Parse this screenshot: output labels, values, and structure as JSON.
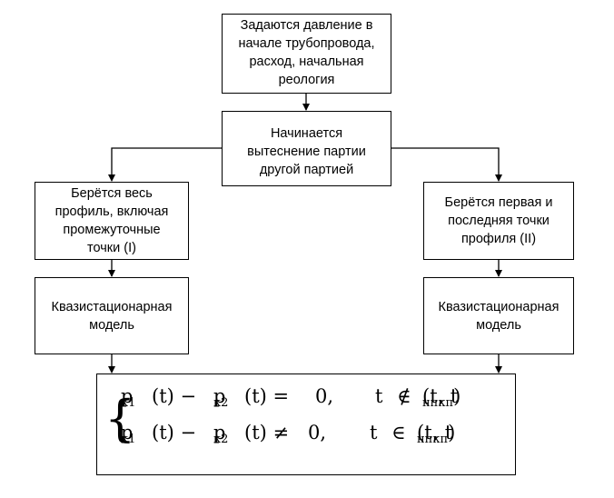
{
  "boxes": {
    "start": [
      "Задаются давление в",
      "начале трубопровода,",
      "расход, начальная",
      "реология"
    ],
    "displacement": [
      "Начинается",
      "вытеснение партии",
      "другой партией"
    ],
    "left_profile": [
      "Берётся весь",
      "профиль, включая",
      "промежуточные",
      "точки (I)"
    ],
    "right_profile": [
      "Берётся первая и",
      "последняя точки",
      "профиля (II)"
    ],
    "left_model": [
      "Квазистационарная",
      "модель"
    ],
    "right_model": [
      "Квазистационарная",
      "модель"
    ]
  },
  "formula": {
    "brace": "{",
    "row1": {
      "lhs_p1": "p",
      "lhs_sub1": "к1",
      "lhs_t1": "(t) −",
      "lhs_p2": "p",
      "lhs_sub2": "к2",
      "lhs_t2": "(t) =",
      "value": "0,",
      "t": "t",
      "relation": "∉",
      "open": "(t",
      "sub_a": "нп",
      "comma": ", t",
      "sub_b": "кп",
      "close": ")"
    },
    "row2": {
      "lhs_p1": "p",
      "lhs_sub1": "к1",
      "lhs_t1": "(t) −",
      "lhs_p2": "p",
      "lhs_sub2": "к2",
      "lhs_t2": "(t) ≠",
      "value": "0,",
      "t": "t",
      "relation": "∈",
      "open": "(t",
      "sub_a": "нп",
      "comma": ", t",
      "sub_b": "кп",
      "close": ")"
    }
  }
}
